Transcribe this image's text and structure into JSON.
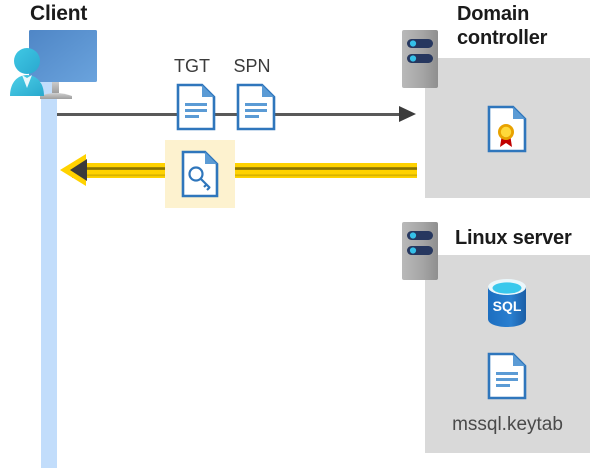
{
  "diagram": {
    "title_client": "Client",
    "title_domain_controller": "Domain controller",
    "title_linux_server": "Linux server",
    "labels": {
      "tgt": "TGT",
      "spn": "SPN",
      "keytab_file": "mssql.keytab"
    },
    "icons": {
      "client": "user-monitor-icon",
      "server_dc": "server-rack-icon",
      "server_linux": "server-rack-icon",
      "tgt_document": "document-icon",
      "spn_document": "document-icon",
      "key_document": "document-key-icon",
      "certificate_document": "certificate-icon",
      "sql_database": "sql-database-icon",
      "keytab_document": "document-icon"
    },
    "arrows": [
      {
        "name": "request-arrow",
        "direction": "right",
        "from": "client",
        "to": "domain-controller",
        "color": "#595959",
        "carries": [
          "TGT",
          "SPN"
        ]
      },
      {
        "name": "response-arrow",
        "direction": "left",
        "from": "domain-controller",
        "to": "client",
        "color": "#ffd200",
        "carries": [
          "service-ticket"
        ]
      }
    ],
    "colors": {
      "lifeline": "#c2ddfb",
      "panel": "#d9d9d9",
      "highlight": "#fdf2cf",
      "accent_blue": "#2f76bc",
      "arrow_yellow": "#ffd200",
      "arrow_gray": "#595959",
      "sql_blue": "#1f6fc4",
      "text_dark": "#1b1b1b"
    }
  }
}
